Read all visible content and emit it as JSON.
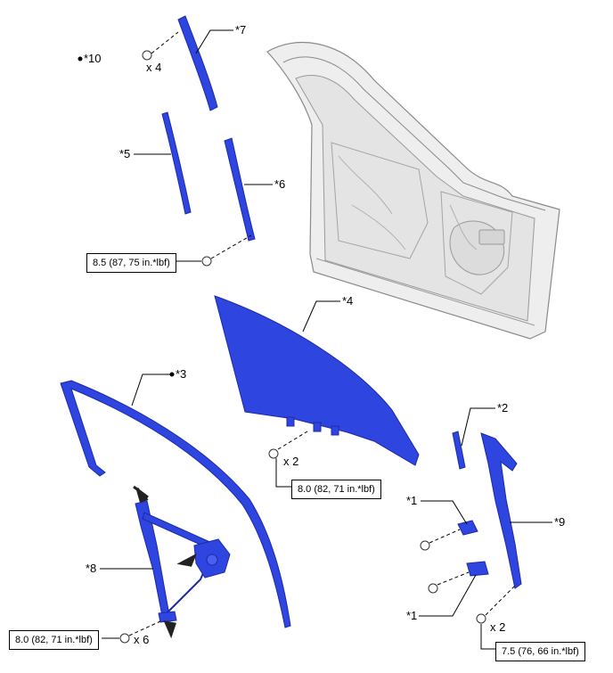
{
  "colors": {
    "part_fill": "#2f45e0",
    "part_edge": "#1c2aa8",
    "door_fill": "#eeeeee",
    "door_edge": "#8a8a8a",
    "leader": "#000000"
  },
  "labels": {
    "p1a": "*1",
    "p1b": "*1",
    "p2": "*2",
    "p3": "*3",
    "p4": "*4",
    "p5": "*5",
    "p6": "*6",
    "p7": "*7",
    "p8": "*8",
    "p9": "*9",
    "p10": "*10"
  },
  "quantities": {
    "q_clips": "x 4",
    "q_glass_bolts": "x 2",
    "q_regulator_bolts": "x 6",
    "q_channel_bolts": "x 2"
  },
  "torques": {
    "t1": "8.5 (87, 75 in.*lbf)",
    "t2": "8.0 (82, 71 in.*lbf)",
    "t3": "8.0 (82, 71 in.*lbf)",
    "t4": "7.5 (76, 66 in.*lbf)"
  }
}
